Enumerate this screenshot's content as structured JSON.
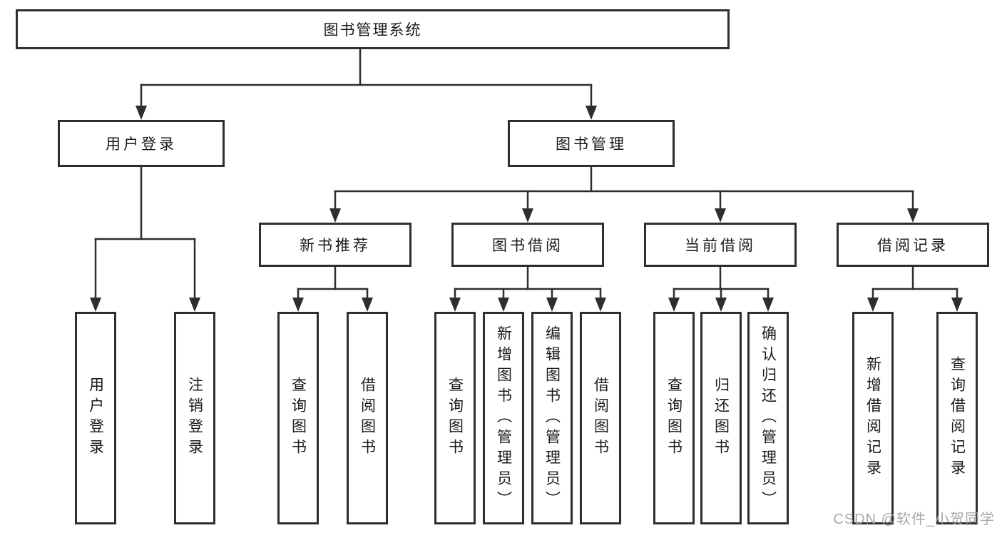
{
  "root": {
    "label": "图书管理系统"
  },
  "user_login": {
    "label": "用户登录",
    "children": [
      {
        "label": "用户登录"
      },
      {
        "label": "注销登录"
      }
    ]
  },
  "book_management": {
    "label": "图书管理",
    "children": [
      {
        "label": "新书推荐",
        "children": [
          {
            "label": "查询图书"
          },
          {
            "label": "借阅图书"
          }
        ]
      },
      {
        "label": "图书借阅",
        "children": [
          {
            "label": "查询图书"
          },
          {
            "label": "新增图书（管理员）"
          },
          {
            "label": "编辑图书（管理员）"
          },
          {
            "label": "借阅图书"
          }
        ]
      },
      {
        "label": "当前借阅",
        "children": [
          {
            "label": "查询图书"
          },
          {
            "label": "归还图书"
          },
          {
            "label": "确认归还（管理员）"
          }
        ]
      },
      {
        "label": "借阅记录",
        "children": [
          {
            "label": "新增借阅记录"
          },
          {
            "label": "查询借阅记录"
          }
        ]
      }
    ]
  },
  "watermark": "CSDN @软件_小贺同学",
  "colors": {
    "line": "#2e2e2e",
    "text": "#1a1a1a",
    "watermark": "#a2a2a2",
    "background": "#ffffff"
  }
}
